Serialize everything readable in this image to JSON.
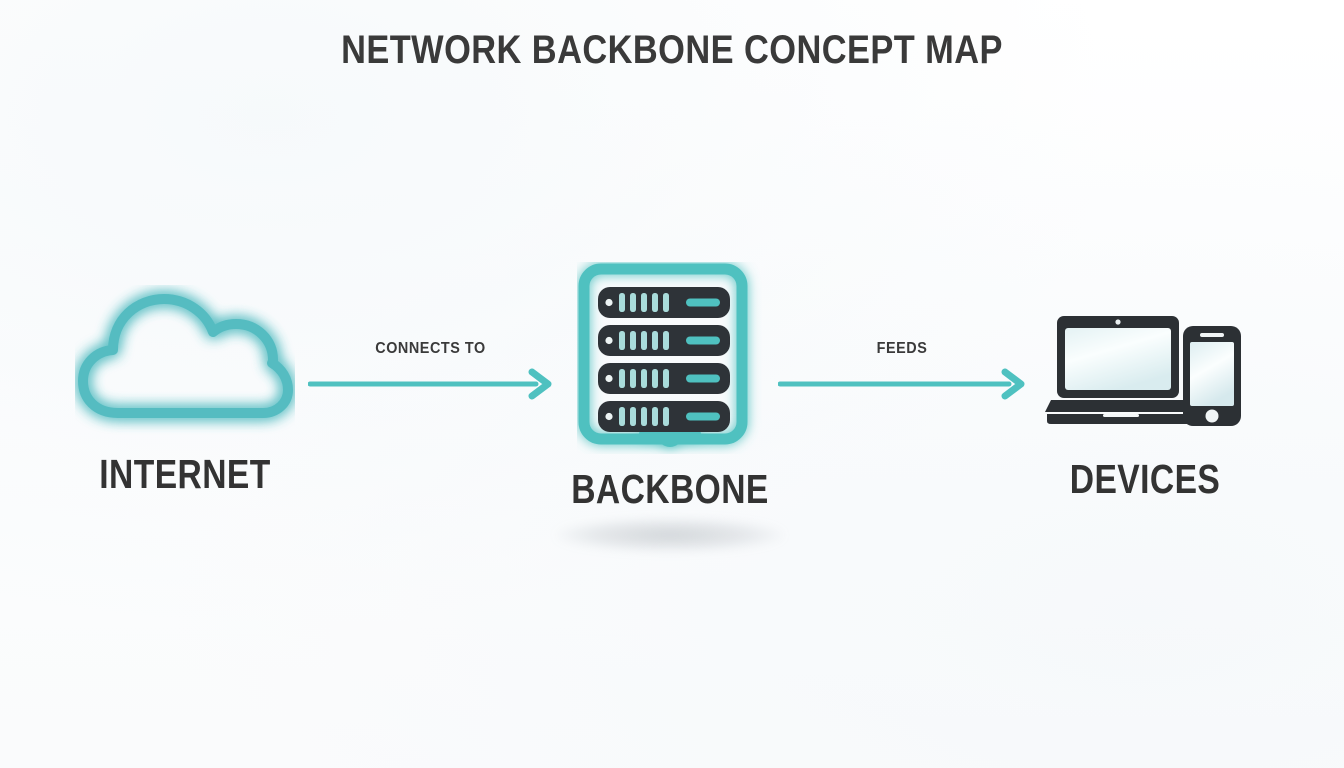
{
  "title": "NETWORK BACKBONE CONCEPT MAP",
  "theme": {
    "background": "#fdfdfe",
    "accent_teal": "#4FC1C0",
    "cloud_teal": "#54BCC1",
    "pale_teal": "#A9DCDB",
    "dark_ink": "#2E3338",
    "label_color": "#333333",
    "title_color": "#3a3a3a"
  },
  "nodes": [
    {
      "id": "internet",
      "label": "INTERNET",
      "icon": "cloud-icon"
    },
    {
      "id": "backbone",
      "label": "BACKBONE",
      "icon": "server-rack-icon",
      "rack_units": 4,
      "vent_bars_per_unit": 5
    },
    {
      "id": "devices",
      "label": "DEVICES",
      "icon": "laptop-and-phone-icon"
    }
  ],
  "connectors": [
    {
      "id": "connector-1",
      "label": "CONNECTS TO",
      "from": "internet",
      "to": "backbone",
      "direction": "right"
    },
    {
      "id": "connector-2",
      "label": "FEEDS",
      "from": "backbone",
      "to": "devices",
      "direction": "right"
    }
  ]
}
